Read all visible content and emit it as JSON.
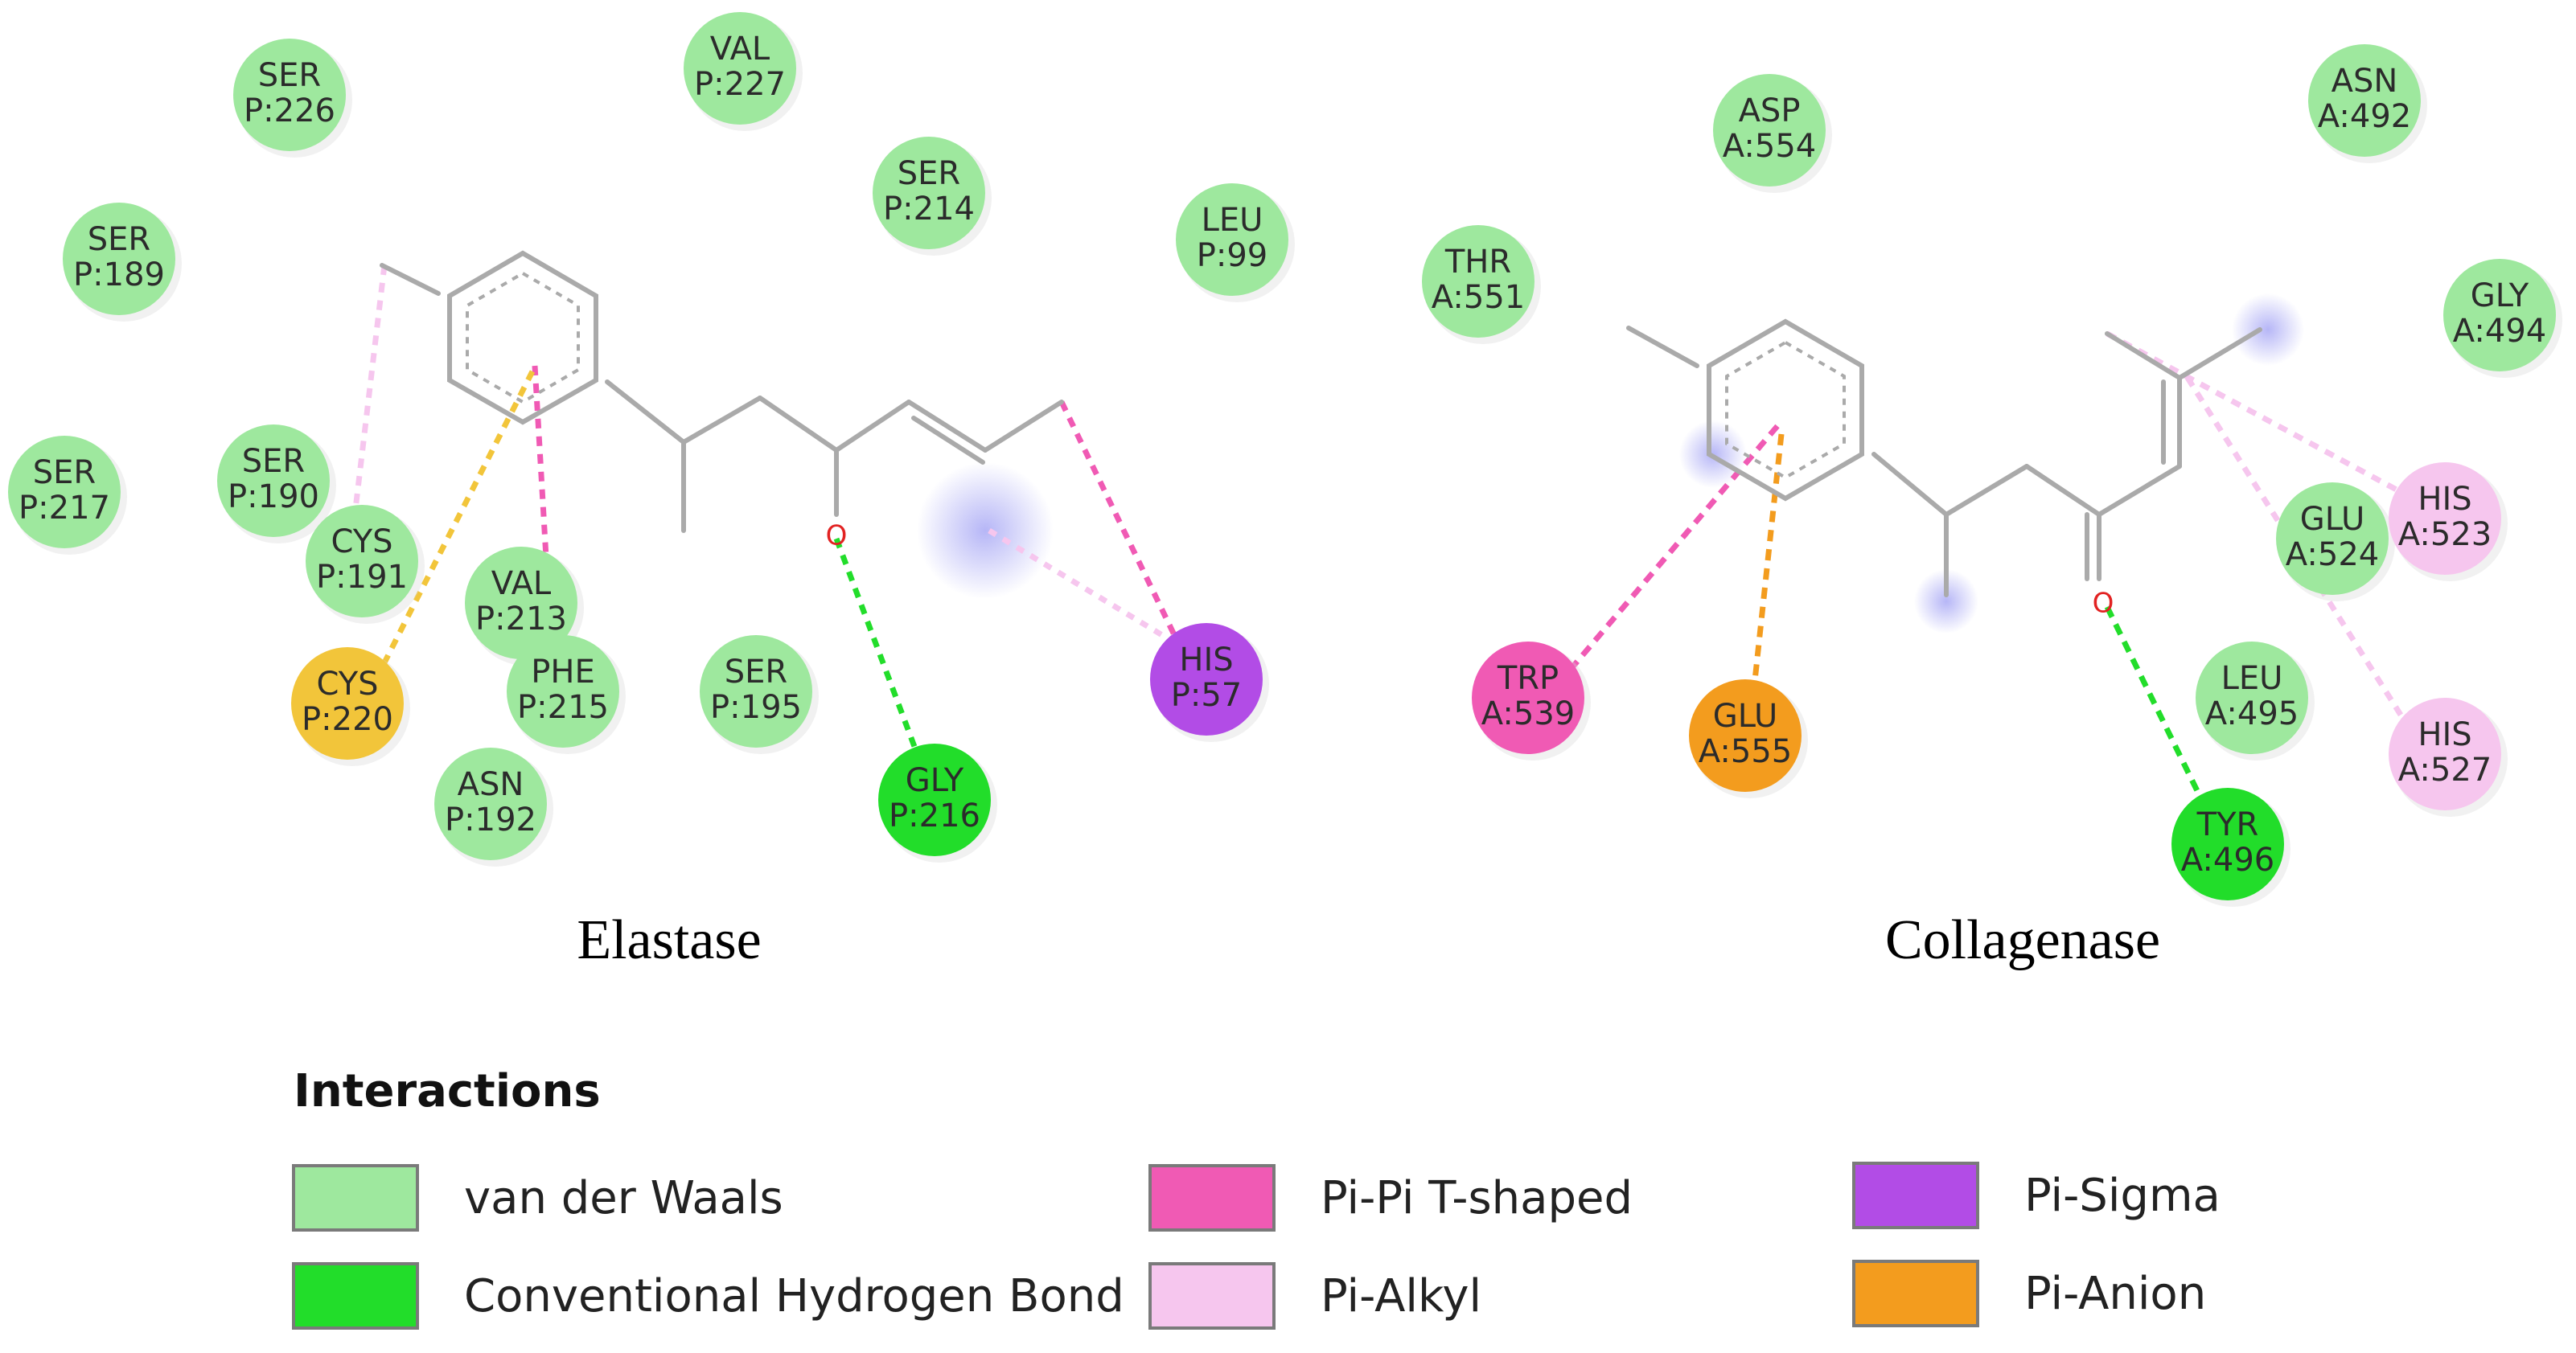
{
  "colors": {
    "vdw": "#9ee89e",
    "hbond": "#22dd2a",
    "pipi": "#f05ab4",
    "pialkyl": "#f6c6ee",
    "pisigma": "#b24ce6",
    "pianion": "#f39c1e",
    "cys_pisulfur": "#f2c53a",
    "bond": "#aaaaaa",
    "oxygen": "#e22222"
  },
  "panels": [
    {
      "caption": "Elastase",
      "residues": [
        {
          "name": "SER",
          "id": "P:226",
          "type": "vdw"
        },
        {
          "name": "VAL",
          "id": "P:227",
          "type": "vdw"
        },
        {
          "name": "SER",
          "id": "P:214",
          "type": "vdw"
        },
        {
          "name": "LEU",
          "id": "P:99",
          "type": "vdw"
        },
        {
          "name": "SER",
          "id": "P:189",
          "type": "vdw"
        },
        {
          "name": "SER",
          "id": "P:217",
          "type": "vdw"
        },
        {
          "name": "SER",
          "id": "P:190",
          "type": "vdw"
        },
        {
          "name": "CYS",
          "id": "P:191",
          "type": "vdw"
        },
        {
          "name": "VAL",
          "id": "P:213",
          "type": "vdw"
        },
        {
          "name": "PHE",
          "id": "P:215",
          "type": "vdw"
        },
        {
          "name": "SER",
          "id": "P:195",
          "type": "vdw"
        },
        {
          "name": "ASN",
          "id": "P:192",
          "type": "vdw"
        },
        {
          "name": "CYS",
          "id": "P:220",
          "type": "cys_pisulfur"
        },
        {
          "name": "GLY",
          "id": "P:216",
          "type": "hbond"
        },
        {
          "name": "HIS",
          "id": "P:57",
          "type": "pisigma"
        }
      ]
    },
    {
      "caption": "Collagenase",
      "residues": [
        {
          "name": "ASP",
          "id": "A:554",
          "type": "vdw"
        },
        {
          "name": "ASN",
          "id": "A:492",
          "type": "vdw"
        },
        {
          "name": "THR",
          "id": "A:551",
          "type": "vdw"
        },
        {
          "name": "GLY",
          "id": "A:494",
          "type": "vdw"
        },
        {
          "name": "GLU",
          "id": "A:524",
          "type": "vdw"
        },
        {
          "name": "LEU",
          "id": "A:495",
          "type": "vdw"
        },
        {
          "name": "HIS",
          "id": "A:523",
          "type": "pialkyl"
        },
        {
          "name": "HIS",
          "id": "A:527",
          "type": "pialkyl"
        },
        {
          "name": "TRP",
          "id": "A:539",
          "type": "pipi"
        },
        {
          "name": "GLU",
          "id": "A:555",
          "type": "pianion"
        },
        {
          "name": "TYR",
          "id": "A:496",
          "type": "hbond"
        }
      ]
    }
  ],
  "ligand_atom_label": "O",
  "legend": {
    "title": "Interactions",
    "items": [
      {
        "key": "vdw",
        "label": "van der Waals"
      },
      {
        "key": "hbond",
        "label": "Conventional Hydrogen Bond"
      },
      {
        "key": "pipi",
        "label": "Pi-Pi T-shaped"
      },
      {
        "key": "pialkyl",
        "label": "Pi-Alkyl"
      },
      {
        "key": "pisigma",
        "label": "Pi-Sigma"
      },
      {
        "key": "pianion",
        "label": "Pi-Anion"
      }
    ]
  }
}
